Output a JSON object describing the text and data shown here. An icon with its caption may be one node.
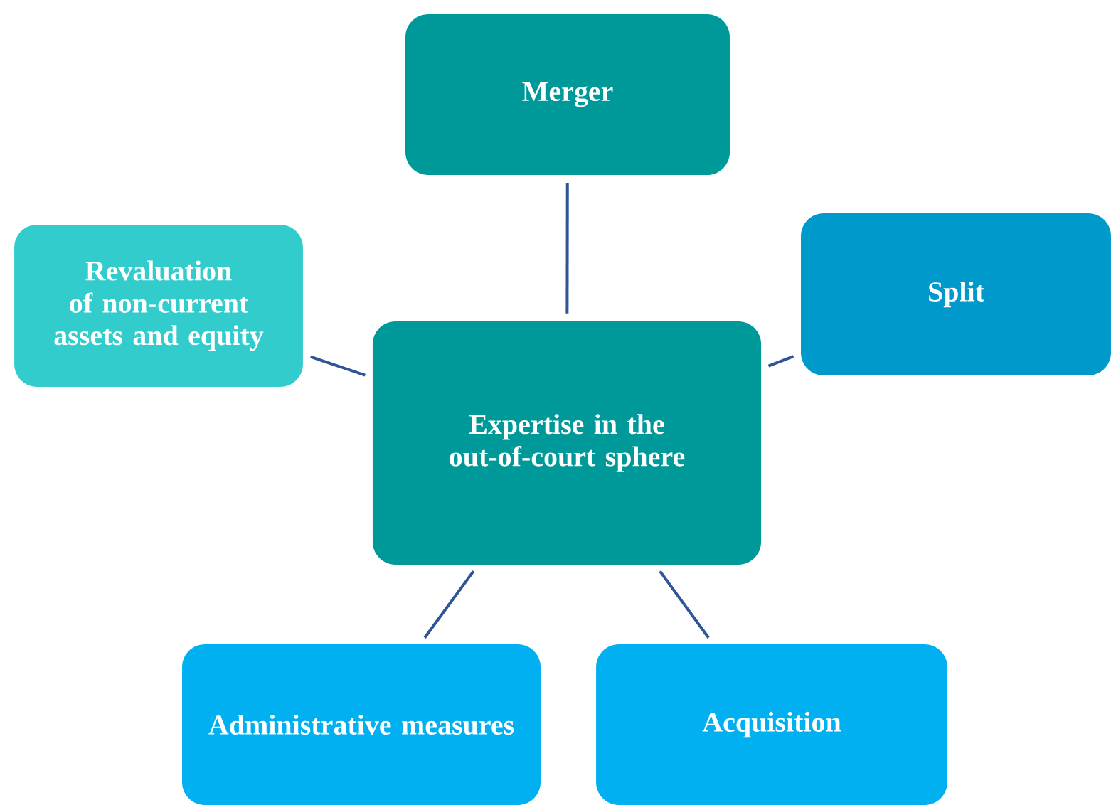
{
  "diagram": {
    "nodes": [
      {
        "text": [
          "Expertise in the out-of-court sphere"
        ]
      },
      {
        "text": [
          "Merger"
        ]
      },
      {
        "text": [
          "Revaluation of non-current assets and equity"
        ]
      },
      {
        "text": [
          "Split"
        ]
      },
      {
        "text": [
          "Administrative measures"
        ]
      },
      {
        "text": [
          "Acquisition"
        ]
      }
    ],
    "edges": [
      {
        "from": 0,
        "to": 1,
        "arrow": "none"
      },
      {
        "from": 0,
        "to": 2,
        "arrow": "none"
      },
      {
        "from": 0,
        "to": 3,
        "arrow": "none"
      },
      {
        "from": 0,
        "to": 4,
        "arrow": "none"
      },
      {
        "from": 0,
        "to": 5,
        "arrow": "none"
      }
    ]
  }
}
